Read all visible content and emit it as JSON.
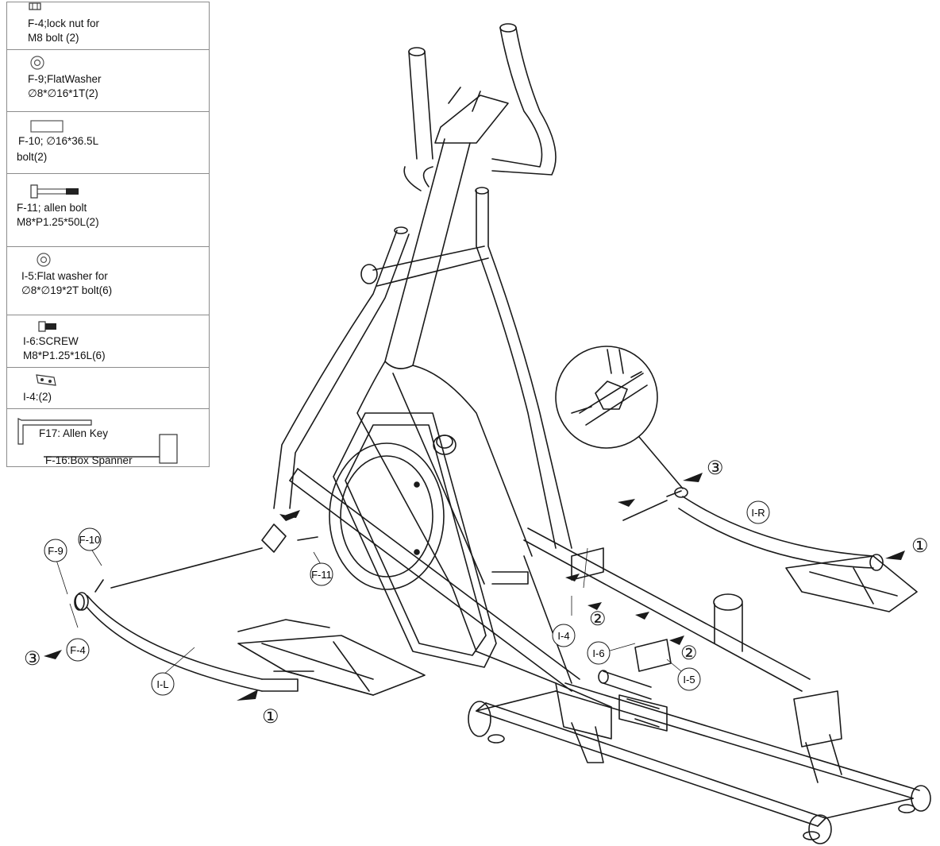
{
  "parts": [
    {
      "id": "F-4",
      "line1": "F-4;lock nut for",
      "line2": "M8 bolt (2)",
      "icon": "lock-nut-icon"
    },
    {
      "id": "F-9",
      "line1": "F-9;FlatWasher",
      "line2": "∅8*∅16*1T(2)",
      "icon": "flat-washer-icon"
    },
    {
      "id": "F-10",
      "line1": "F-10; ∅16*36.5L",
      "line2": "bolt(2)",
      "icon": "bushing-icon"
    },
    {
      "id": "F-11",
      "line1": "F-11;  allen bolt",
      "line2": "M8*P1.25*50L(2)",
      "icon": "allen-bolt-icon"
    },
    {
      "id": "I-5",
      "line1": "I-5:Flat washer for",
      "line2": "∅8*∅19*2T bolt(6)",
      "icon": "flat-washer-icon"
    },
    {
      "id": "I-6",
      "line1": "I-6:SCREW",
      "line2": "M8*P1.25*16L(6)",
      "icon": "screw-icon"
    },
    {
      "id": "I-4",
      "line1": "I-4:(2)",
      "line2": "",
      "icon": "bracket-plate-icon"
    },
    {
      "id": "F17",
      "line1": "F17:  Allen Key",
      "line2": "F-16:Box Spanner",
      "icon": "allen-key-icon"
    }
  ],
  "callouts": {
    "f10": "F-10",
    "f9": "F-9",
    "f4": "F-4",
    "f11": "F-11",
    "i4": "I-4",
    "i6": "I-6",
    "i5": "I-5",
    "il": "I-L",
    "ir": "I-R",
    "step1": "①",
    "step2": "②",
    "step3": "③"
  },
  "colors": {
    "line": "#1a1a1a",
    "border": "#8c8c8c",
    "background": "#ffffff"
  }
}
